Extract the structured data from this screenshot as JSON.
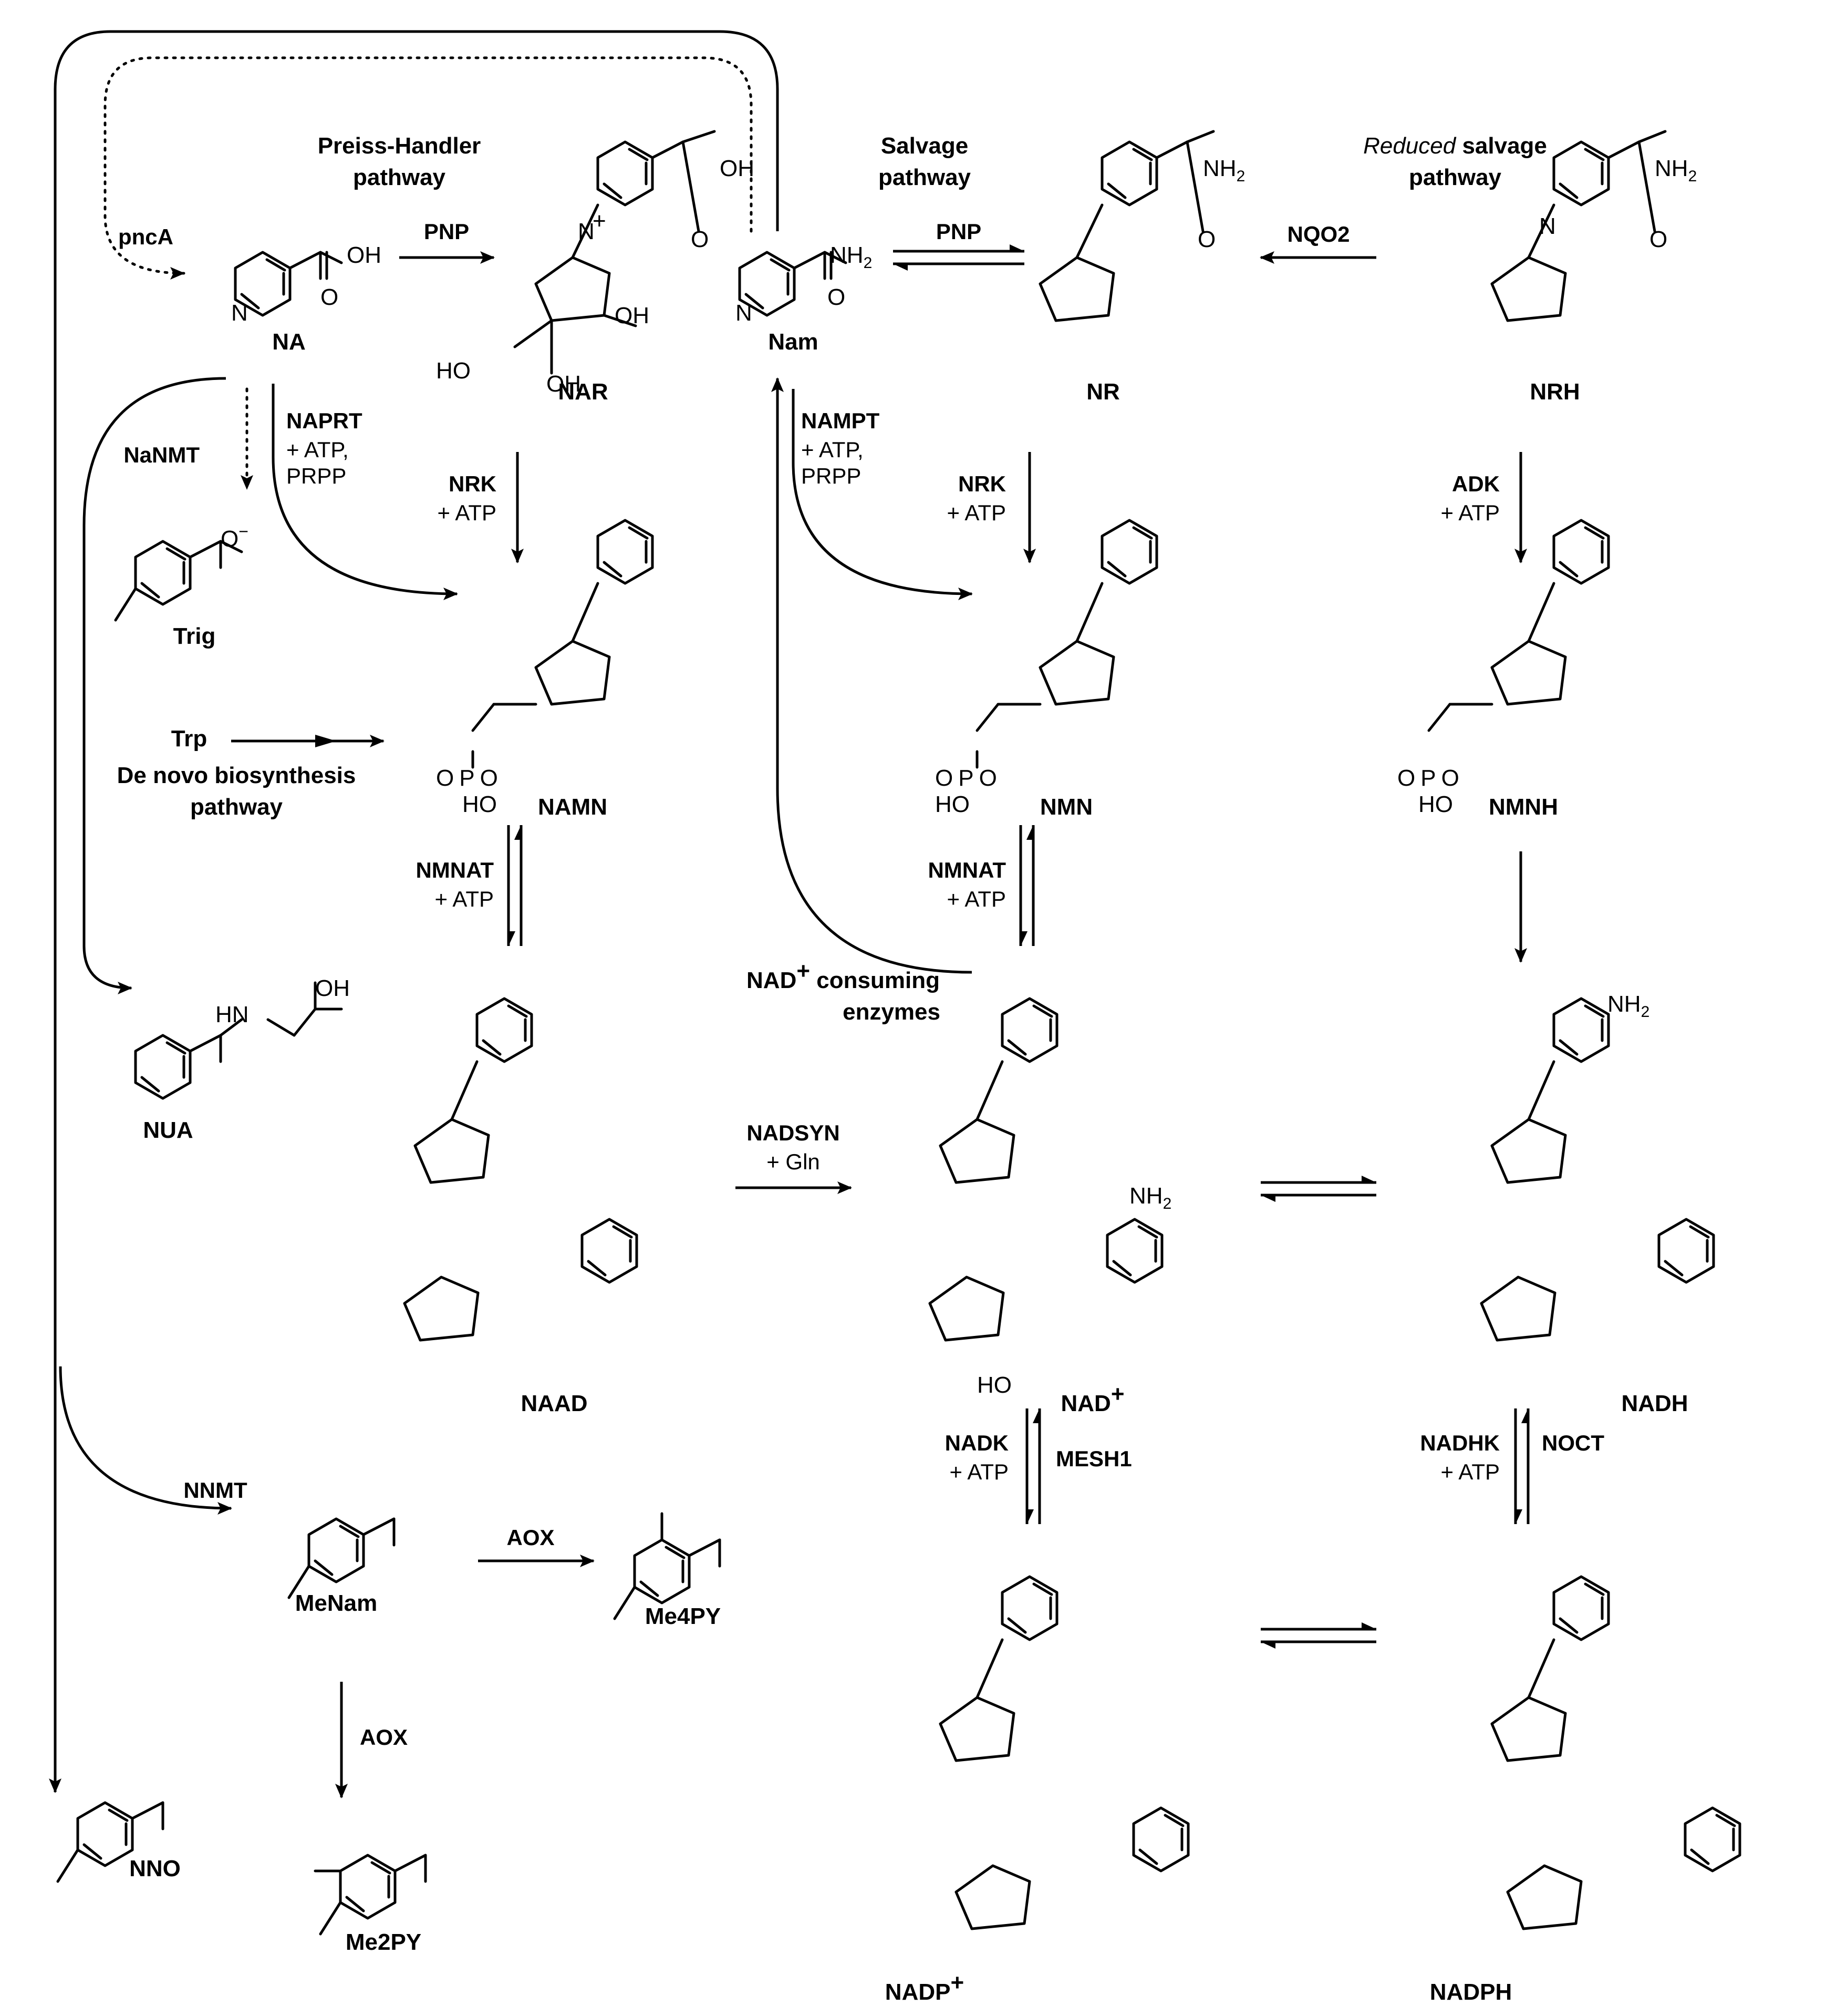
{
  "pathways": {
    "preiss_handler_1": "Preiss-Handler",
    "preiss_handler_2": "pathway",
    "salvage_1": "Salvage",
    "salvage_2": "pathway",
    "reduced_salvage_1": "Reduced",
    "reduced_salvage_1b": " salvage",
    "reduced_salvage_2": "pathway",
    "de_novo_1": "De novo biosynthesis",
    "de_novo_2": "pathway",
    "trp": "Trp",
    "nad_consuming_1": "NAD",
    "nad_consuming_sup": "+",
    "nad_consuming_1b": " consuming",
    "nad_consuming_2": "enzymes"
  },
  "compounds": {
    "NA": "NA",
    "NAR": "NAR",
    "Nam": "Nam",
    "NR": "NR",
    "NRH": "NRH",
    "Trig": "Trig",
    "NAMN": "NAMN",
    "NMN": "NMN",
    "NMNH": "NMNH",
    "NUA": "NUA",
    "NAAD": "NAAD",
    "NAD": "NAD",
    "NAD_sup": "+",
    "NADH": "NADH",
    "MeNam": "MeNam",
    "Me4PY": "Me4PY",
    "NADP": "NADP",
    "NADP_sup": "+",
    "NADPH": "NADPH",
    "NNO": "NNO",
    "Me2PY": "Me2PY"
  },
  "enzymes": {
    "pncA": "pncA",
    "PNP_left": "PNP",
    "PNP_right": "PNP",
    "NQO2": "NQO2",
    "NaNMT": "NaNMT",
    "NAPRT": "NAPRT",
    "NAPRT_cof1": "+ ATP,",
    "NAPRT_cof2": "PRPP",
    "NRK_left": "NRK",
    "NRK_left_cof": "+ ATP",
    "NAMPT": "NAMPT",
    "NAMPT_cof1": "+ ATP,",
    "NAMPT_cof2": "PRPP",
    "NRK_right": "NRK",
    "NRK_right_cof": "+ ATP",
    "ADK": "ADK",
    "ADK_cof": "+ ATP",
    "NMNAT_left": "NMNAT",
    "NMNAT_left_cof": "+ ATP",
    "NMNAT_right": "NMNAT",
    "NMNAT_right_cof": "+ ATP",
    "NADSYN": "NADSYN",
    "NADSYN_cof": "+ Gln",
    "NADK": "NADK",
    "NADK_cof": "+ ATP",
    "MESH1": "MESH1",
    "NADHK": "NADHK",
    "NADHK_cof": "+ ATP",
    "NOCT": "NOCT",
    "NNMT": "NNMT",
    "AOX_1": "AOX",
    "AOX_2": "AOX"
  },
  "atoms": {
    "OH": "OH",
    "O": "O",
    "N": "N",
    "Nplus": "N",
    "plus": "+",
    "NH2": "NH",
    "sub2": "2",
    "HO": "HO",
    "P": "P",
    "Ominus": "O",
    "minus": "−",
    "HN": "HN"
  }
}
